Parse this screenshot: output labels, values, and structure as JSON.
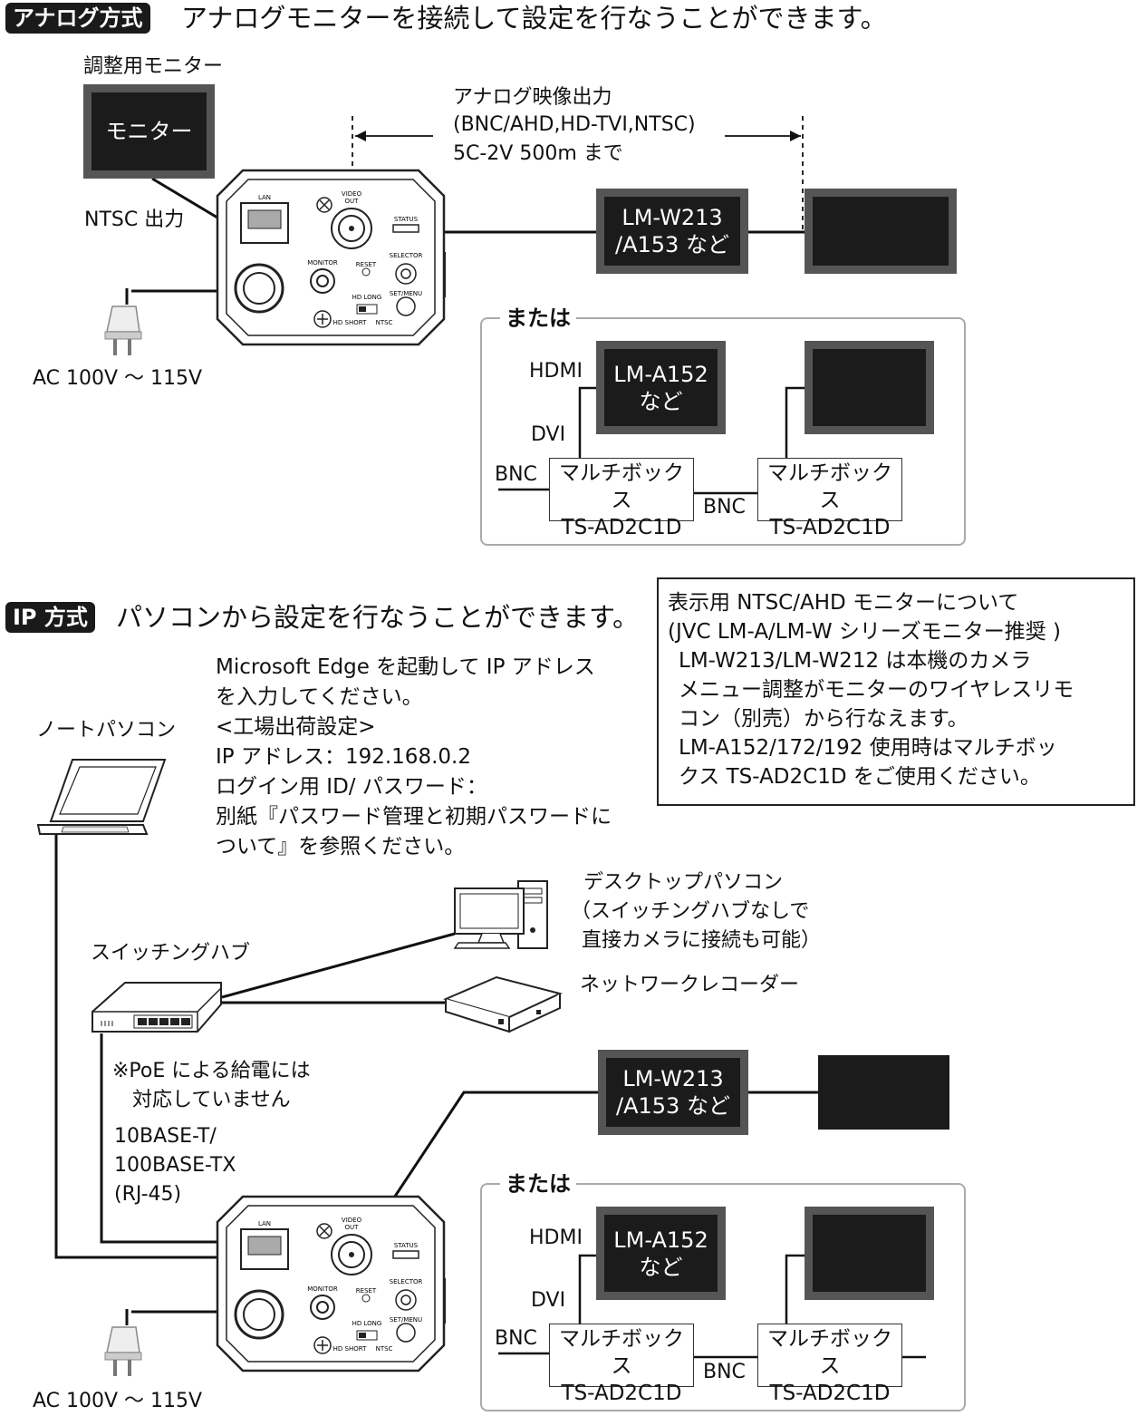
{
  "analog": {
    "badge": "アナログ方式",
    "heading": "アナログモニターを接続して設定を行なうことができます。",
    "adjust_monitor_label": "調整用モニター",
    "adjust_monitor_screen": "モニター",
    "ntsc_out": "NTSC 出力",
    "ac_label": "AC 100V ～ 115V",
    "video_out_title": "アナログ映像出力",
    "video_out_formats": "(BNC/AHD,HD-TVI,NTSC)",
    "video_out_cable": "5C-2V 500m まで",
    "display_monitor_line1": "LM-W213",
    "display_monitor_line2": "/A153 など",
    "or_box": {
      "title": "または",
      "hdmi": "HDMI",
      "dvi": "DVI",
      "bnc_left": "BNC",
      "bnc_mid": "BNC",
      "monitor_line1": "LM-A152",
      "monitor_line2": "など",
      "mbox1_line1": "マルチボックス",
      "mbox1_line2": "TS-AD2C1D",
      "mbox2_line1": "マルチボックス",
      "mbox2_line2": "TS-AD2C1D"
    }
  },
  "camera": {
    "lan": "LAN",
    "video_out_1": "VIDEO",
    "video_out_2": "OUT",
    "status": "STATUS",
    "selector": "SELECTOR",
    "reset": "RESET",
    "monitor": "MONITOR",
    "set_menu": "SET/MENU",
    "hd_long": "HD LONG",
    "hd_short": "HD SHORT",
    "ntsc": "NTSC"
  },
  "ip": {
    "badge": "IP 方式",
    "heading": "パソコンから設定を行なうことができます。",
    "instructions": [
      "Microsoft Edge を起動して IP アドレス",
      "を入力してください。",
      "<工場出荷設定>",
      "IP アドレス：192.168.0.2",
      "ログイン用 ID/ パスワード：",
      "別紙『パスワード管理と初期パスワードに",
      "ついて』を参照ください。"
    ],
    "notebook_label": "ノートパソコン",
    "desktop_label_1": "デスクトップパソコン",
    "desktop_label_2": "（スイッチングハブなしで",
    "desktop_label_3": "直接カメラに接続も可能）",
    "hub_label": "スイッチングハブ",
    "recorder_label": "ネットワークレコーダー",
    "poe_note_1": "※PoE による給電には",
    "poe_note_2": "対応していません",
    "lan_spec_1": "10BASE-T/",
    "lan_spec_2": "100BASE-TX",
    "lan_spec_3": "(RJ-45)",
    "ac_label": "AC 100V ～ 115V",
    "display_monitor_line1": "LM-W213",
    "display_monitor_line2": "/A153 など",
    "or_box": {
      "title": "または",
      "hdmi": "HDMI",
      "dvi": "DVI",
      "bnc_left": "BNC",
      "bnc_mid": "BNC",
      "monitor_line1": "LM-A152",
      "monitor_line2": "など",
      "mbox1_line1": "マルチボックス",
      "mbox1_line2": "TS-AD2C1D",
      "mbox2_line1": "マルチボックス",
      "mbox2_line2": "TS-AD2C1D"
    }
  },
  "note_box": {
    "lines": [
      "表示用 NTSC/AHD モニターについて",
      "(JVC LM-A/LM-W シリーズモニター推奨 )",
      "LM-W213/LM-W212 は本機のカメラ",
      "メニュー調整がモニターのワイヤレスリモ",
      "コン（別売）から行なえます。",
      "LM-A152/172/192 使用時はマルチボッ",
      "クス TS-AD2C1D をご使用ください。"
    ]
  }
}
